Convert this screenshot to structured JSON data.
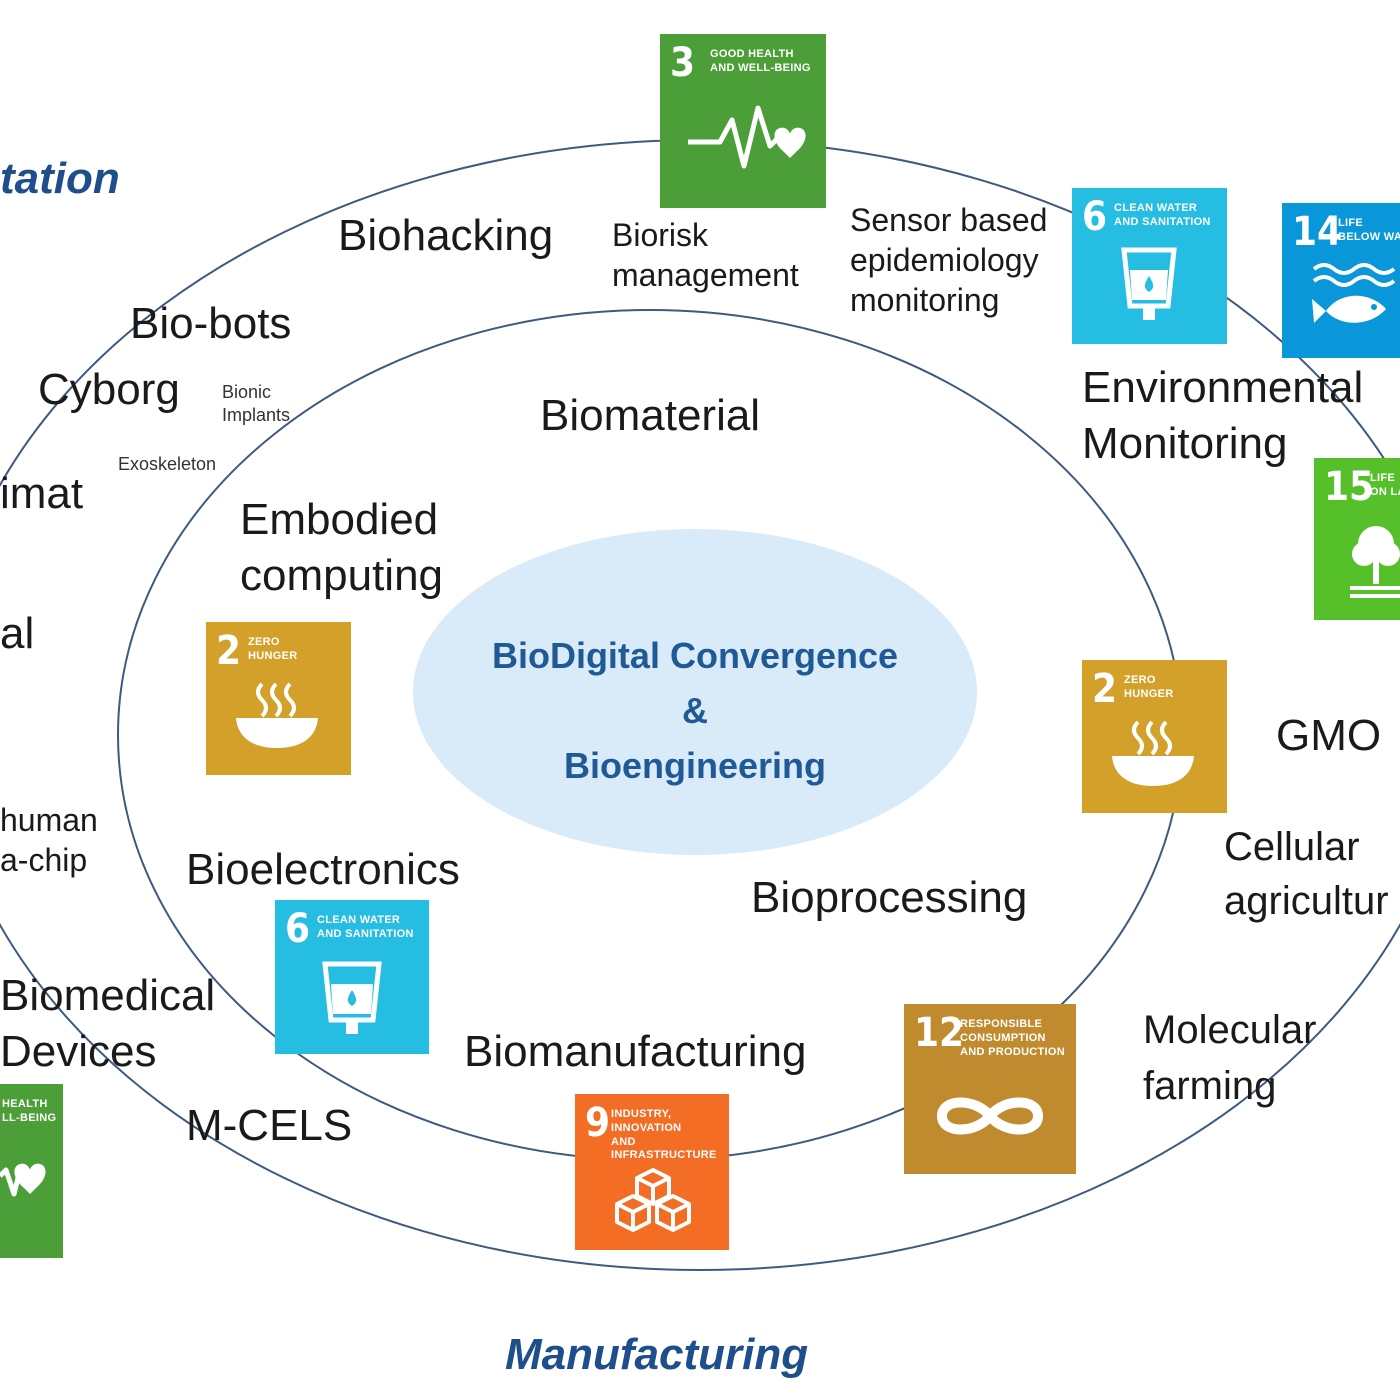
{
  "colors": {
    "sdg2": "#D3A029",
    "sdg3": "#4C9F38",
    "sdg6": "#26BDE2",
    "sdg9": "#F36D25",
    "sdg12": "#BF8B2E",
    "sdg14": "#0A97D9",
    "sdg15": "#56C02B",
    "category": "#1F4E8C",
    "hub_text": "#1F5A96",
    "hub_fill": "#D9EAF8",
    "ring": "#3D5A80"
  },
  "center": {
    "line1": "BioDigital Convergence",
    "line2": "&",
    "line3": "Bioengineering"
  },
  "categories": {
    "top_left": "tation",
    "bottom": "Manufacturing"
  },
  "labels": {
    "biohacking": "Biohacking",
    "biorisk": "Biorisk\nmanagement",
    "sensor": "Sensor based\nepidemiology\nmonitoring",
    "biobots": "Bio-bots",
    "cyborg": "Cyborg",
    "bionic": "Bionic\nImplants",
    "exoskeleton": "Exoskeleton",
    "imat": "imat",
    "al": "al",
    "biomaterial": "Biomaterial",
    "embodied": "Embodied\ncomputing",
    "environmental": "Environmental\nMonitoring",
    "gmo": "GMO",
    "cellular": "Cellular\nagricultur",
    "human": "human\na-chip",
    "bioelectronics": "Bioelectronics",
    "bioprocessing": "Bioprocessing",
    "biomedical": "Biomedical\nDevices",
    "biomanufacturing": "Biomanufacturing",
    "molecular": "Molecular\nfarming",
    "mcels": "M-CELS"
  },
  "sdg_tiles": {
    "top_health": {
      "number": "3",
      "title": "GOOD HEALTH\nAND WELL-BEING",
      "icon": "heartbeat-icon"
    },
    "top_water": {
      "number": "6",
      "title": "CLEAN WATER\nAND SANITATION",
      "icon": "water-glass-icon"
    },
    "life_below_water": {
      "number": "14",
      "title": "LIFE\nBELOW WATER",
      "icon": "fish-icon"
    },
    "life_on_land": {
      "number": "15",
      "title": "LIFE\nON LAND",
      "icon": "tree-icon"
    },
    "left_hunger": {
      "number": "2",
      "title": "ZERO\nHUNGER",
      "icon": "bowl-icon"
    },
    "right_hunger": {
      "number": "2",
      "title": "ZERO\nHUNGER",
      "icon": "bowl-icon"
    },
    "mid_water": {
      "number": "6",
      "title": "CLEAN WATER\nAND SANITATION",
      "icon": "water-glass-icon"
    },
    "consumption": {
      "number": "12",
      "title": "RESPONSIBLE\nCONSUMPTION\nAND PRODUCTION",
      "icon": "infinity-icon"
    },
    "industry": {
      "number": "9",
      "title": "INDUSTRY, INNOVATION\nAND INFRASTRUCTURE",
      "icon": "cubes-icon"
    },
    "bottom_health": {
      "number": "",
      "title": "HEALTH\nLL-BEING",
      "icon": "heartbeat-icon"
    }
  }
}
